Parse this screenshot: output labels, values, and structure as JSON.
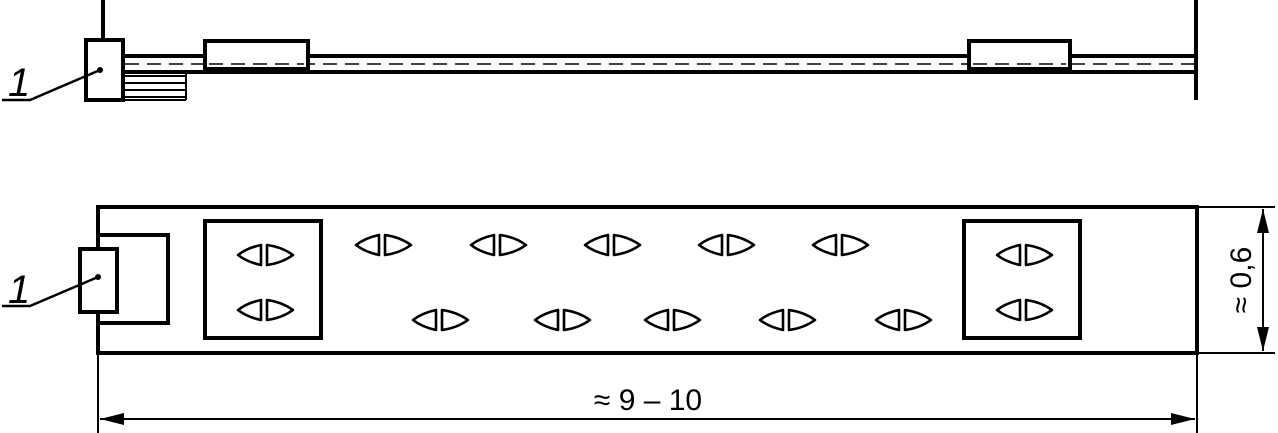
{
  "side_view": {
    "callout": "1"
  },
  "top_view": {
    "callout": "1",
    "length_dimension": "≈ 9 – 10",
    "width_dimension": "≈ 0,6"
  },
  "symbol_icon": "diode-arrow-symbol"
}
